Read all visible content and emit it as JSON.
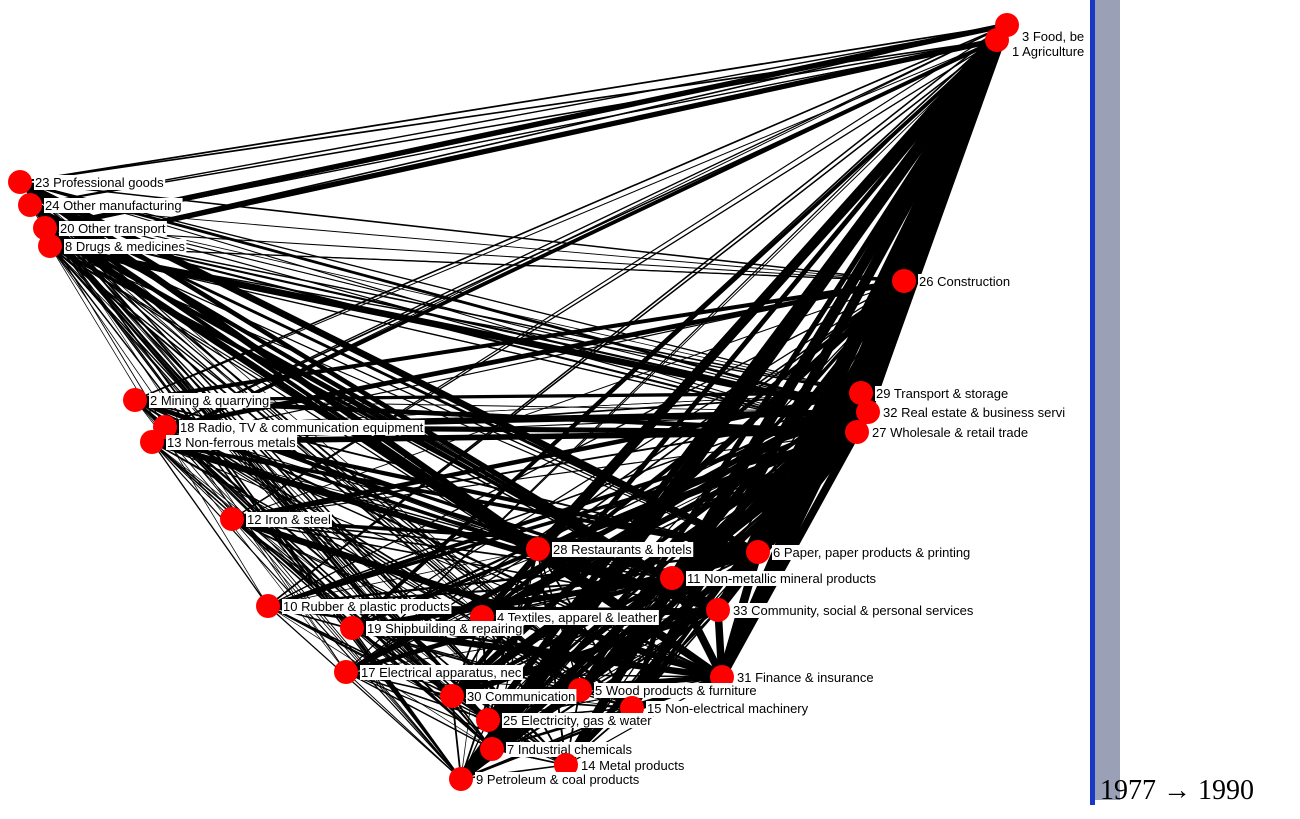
{
  "caption": {
    "start_year": "1977",
    "arrow": "→",
    "end_year": "1990"
  },
  "colors": {
    "node_fill": "#ff0000",
    "edge": "#000000",
    "scrollbar": "#9aa1b6",
    "scrollbar_accent": "#1a38c8"
  },
  "nodes": [
    {
      "id": "3",
      "label": "3 Food, be"
    },
    {
      "id": "1",
      "label": "1 Agriculture"
    },
    {
      "id": "23",
      "label": "23 Professional goods"
    },
    {
      "id": "24",
      "label": "24 Other manufacturing"
    },
    {
      "id": "20",
      "label": "20 Other transport"
    },
    {
      "id": "8",
      "label": "8 Drugs & medicines"
    },
    {
      "id": "26",
      "label": "26 Construction"
    },
    {
      "id": "29",
      "label": "29 Transport & storage"
    },
    {
      "id": "32",
      "label": "32 Real estate & business servi"
    },
    {
      "id": "27",
      "label": "27 Wholesale & retail trade"
    },
    {
      "id": "2",
      "label": "2 Mining & quarrying"
    },
    {
      "id": "18",
      "label": "18 Radio, TV & communication equipment"
    },
    {
      "id": "13",
      "label": "13 Non-ferrous metals"
    },
    {
      "id": "12",
      "label": "12 Iron & steel"
    },
    {
      "id": "28",
      "label": "28 Restaurants & hotels"
    },
    {
      "id": "6",
      "label": "6 Paper, paper products & printing"
    },
    {
      "id": "11",
      "label": "11 Non-metallic mineral products"
    },
    {
      "id": "10",
      "label": "10 Rubber & plastic products"
    },
    {
      "id": "4",
      "label": "4 Textiles, apparel & leather"
    },
    {
      "id": "33",
      "label": "33 Community, social & personal services"
    },
    {
      "id": "19",
      "label": "19 Shipbuilding & repairing"
    },
    {
      "id": "17",
      "label": "17 Electrical apparatus, nec"
    },
    {
      "id": "31",
      "label": "31 Finance & insurance"
    },
    {
      "id": "5",
      "label": "5 Wood products & furniture"
    },
    {
      "id": "30",
      "label": "30 Communication"
    },
    {
      "id": "15",
      "label": "15 Non-electrical machinery"
    },
    {
      "id": "25",
      "label": "25 Electricity, gas & water"
    },
    {
      "id": "7",
      "label": "7 Industrial chemicals"
    },
    {
      "id": "14",
      "label": "14 Metal products"
    },
    {
      "id": "9",
      "label": "9 Petroleum & coal products"
    }
  ]
}
